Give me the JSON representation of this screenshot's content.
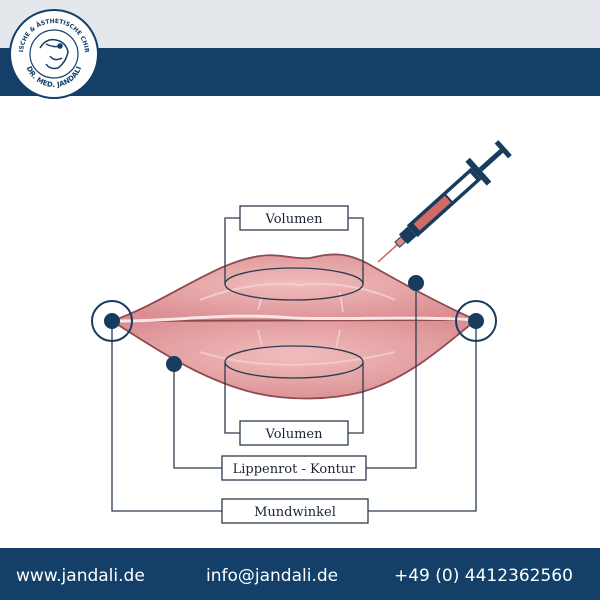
{
  "logo": {
    "arc_top": "PLASTISCHE & ÄSTHETISCHE CHIRURGIE",
    "arc_bottom": "DR. MED. JANDALI"
  },
  "labels": {
    "volumen_top": "Volumen",
    "volumen_bottom": "Volumen",
    "lippenrot_kontur": "Lippenrot - Kontur",
    "mundwinkel": "Mundwinkel"
  },
  "footer": {
    "website": "www.jandali.de",
    "email": "info@jandali.de",
    "phone": "+49 (0) 4412362560"
  },
  "colors": {
    "navy": "#133f69",
    "band_light": "#e4e7ec",
    "lip_fill": "#e4a3a5",
    "lip_outline": "#8e4a4f",
    "callout_line": "#2c3b4f",
    "syringe_dark": "#173c5e",
    "syringe_fill": "#d06b68"
  }
}
